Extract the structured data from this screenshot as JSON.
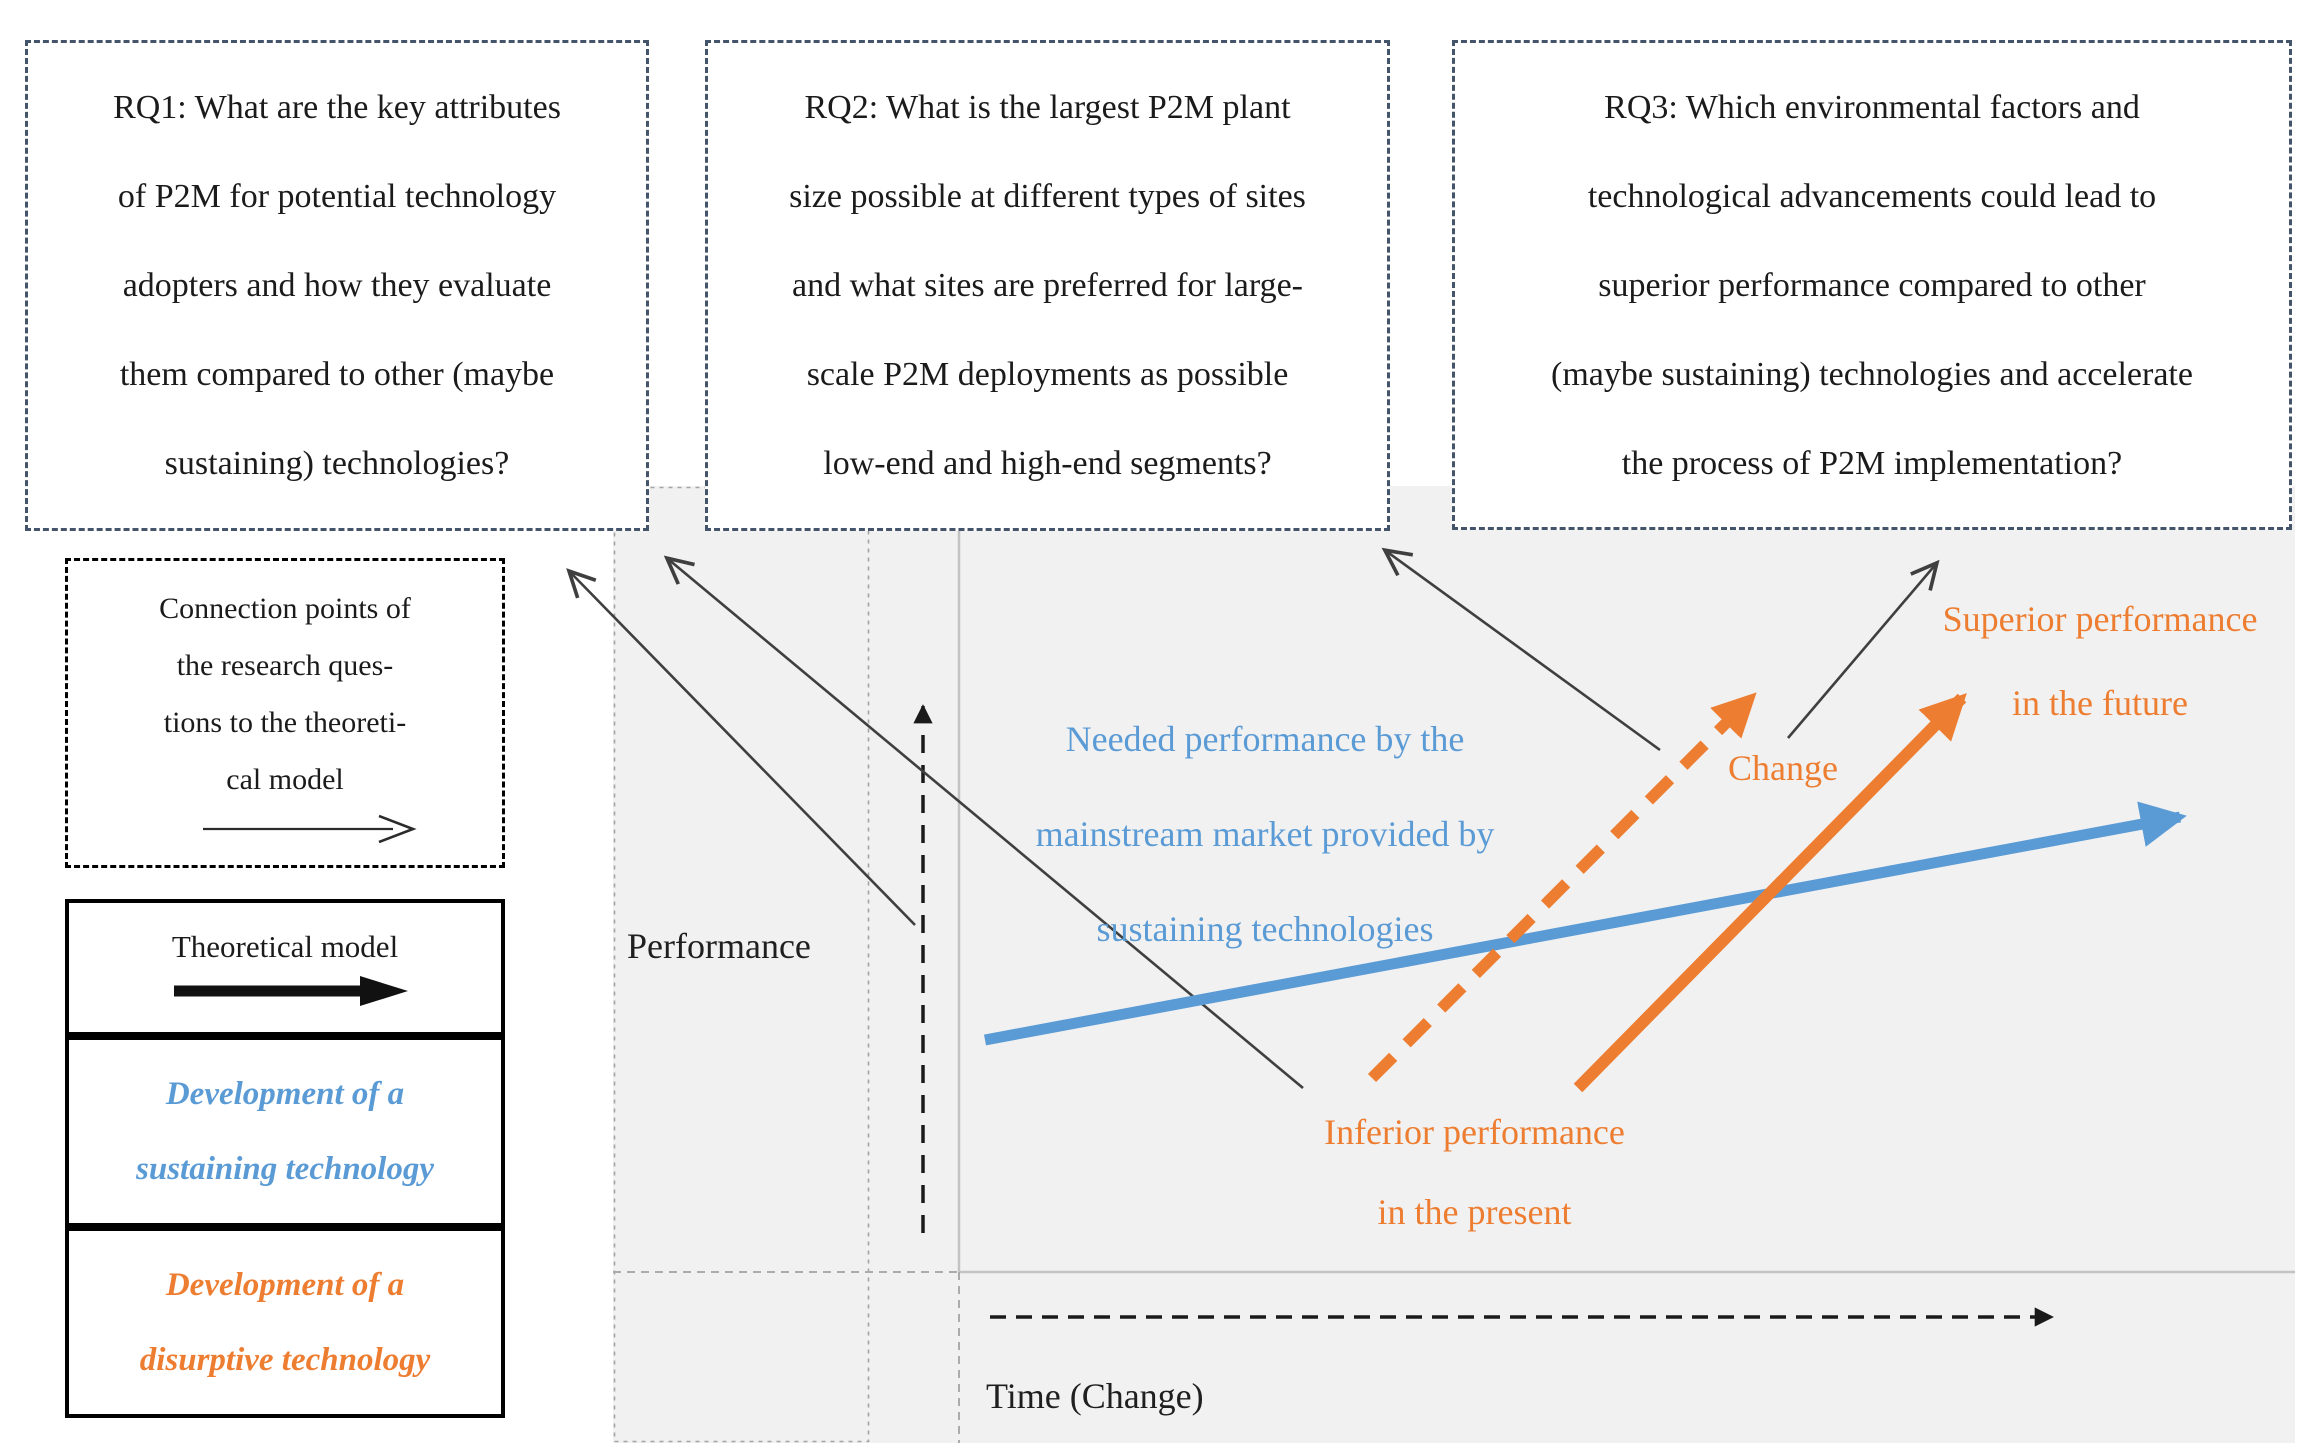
{
  "research_questions": {
    "rq1": "RQ1: What are the key attributes\nof P2M for potential technology\nadopters and how they evaluate\nthem compared to other (maybe\nsustaining) technologies?",
    "rq2": "RQ2: What is the largest P2M plant\nsize possible at different types of sites\nand what sites are preferred for large-\nscale P2M deployments as possible\nlow-end and high-end segments?",
    "rq3": "RQ3: Which environmental factors and\ntechnological advancements could lead to\nsuperior performance compared to other\n(maybe sustaining) technologies and accelerate\nthe process of P2M implementation?"
  },
  "legend": {
    "connection_note": "Connection points of\nthe research ques-\ntions to the theoreti-\ncal model",
    "theoretical_model": "Theoretical model",
    "sustaining": "Development of a\nsustaining technology",
    "disruptive": "Development of a\ndisurptive technology"
  },
  "chart": {
    "y_axis_label": "Performance",
    "x_axis_label": "Time (Change)",
    "needed_performance": "Needed performance by the\nmainstream market provided by\nsustaining technologies",
    "change": "Change",
    "superior": "Superior performance\nin the future",
    "inferior": "Inferior performance\nin the present"
  },
  "colors": {
    "sustaining_blue": "#5B9BD5",
    "disruptive_orange": "#ED7D31",
    "rq_border_navy": "#44546A",
    "chart_background": "#F1F1F1",
    "axis_gray": "#C3C3C3"
  }
}
